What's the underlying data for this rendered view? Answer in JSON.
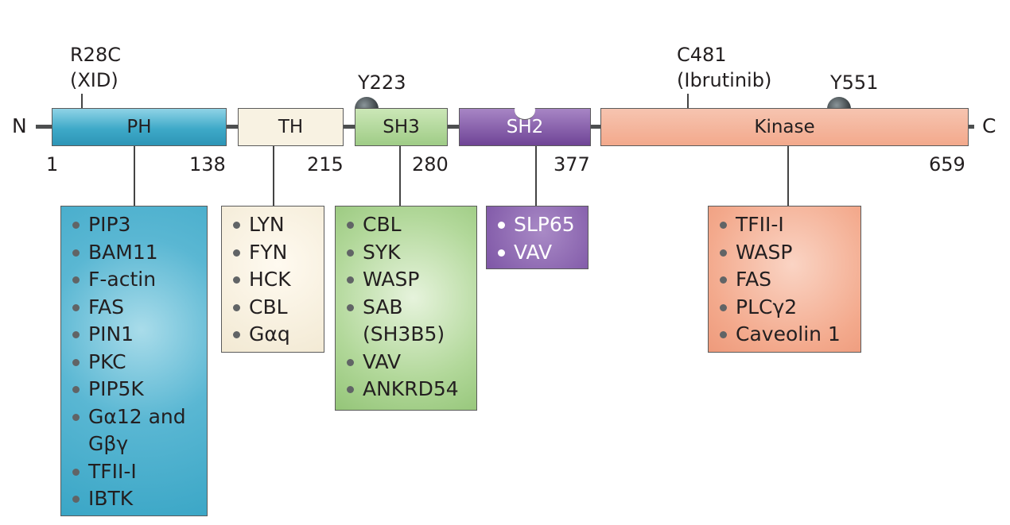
{
  "termini": {
    "n": "N",
    "c": "C"
  },
  "domains": {
    "ph": "PH",
    "th": "TH",
    "sh3": "SH3",
    "sh2": "SH2",
    "kinase": "Kinase"
  },
  "positions": {
    "p1": "1",
    "p138": "138",
    "p215": "215",
    "p280": "280",
    "p377": "377",
    "p659": "659"
  },
  "sites": {
    "r28c": [
      "R28C",
      "(XID)"
    ],
    "y223": "Y223",
    "c481": [
      "C481",
      "(Ibrutinib)"
    ],
    "y551": "Y551"
  },
  "partners": {
    "ph": [
      "PIP3",
      "BAM11",
      "F-actin",
      "FAS",
      "PIN1",
      "PKC",
      "PIP5K",
      "Gα12 and Gβγ",
      "TFII-I",
      "IBTK"
    ],
    "th": [
      "LYN",
      "FYN",
      "HCK",
      "CBL",
      "Gαq"
    ],
    "sh3": [
      "CBL",
      "SYK",
      "WASP",
      "SAB (SH3B5)",
      "VAV",
      "ANKRD54"
    ],
    "sh2": [
      "SLP65",
      "VAV"
    ],
    "kinase": [
      "TFII-I",
      "WASP",
      "FAS",
      "PLCγ2",
      "Caveolin 1"
    ]
  },
  "colors": {
    "ph": "#3ea9c8",
    "th": "#f8f2e2",
    "sh3": "#a8d28f",
    "sh2": "#7b52a3",
    "kinase": "#f3a98c",
    "backbone": "#4d4f50"
  }
}
